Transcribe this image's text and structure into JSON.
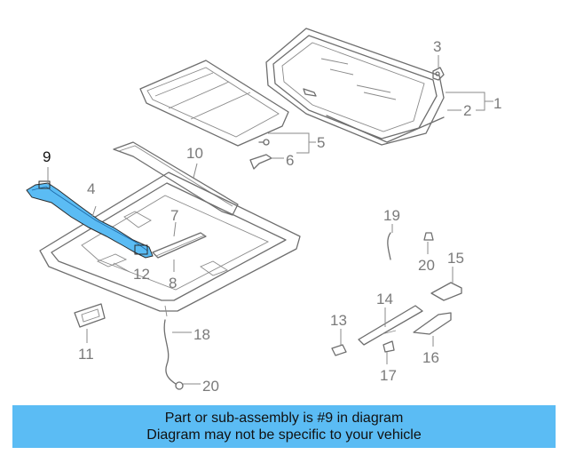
{
  "callouts": {
    "c1": "1",
    "c2": "2",
    "c3": "3",
    "c4": "4",
    "c5": "5",
    "c6": "6",
    "c7": "7",
    "c8": "8",
    "c9": "9",
    "c10": "10",
    "c11": "11",
    "c12": "12",
    "c13": "13",
    "c14": "14",
    "c15": "15",
    "c16": "16",
    "c17": "17",
    "c18": "18",
    "c19": "19",
    "c20a": "20",
    "c20b": "20"
  },
  "highlighted_part": "9",
  "colors": {
    "highlight": "#5bbcf4",
    "highlight_part": "#3a9ee0",
    "line_art": "#6e6e6e",
    "callout_text": "#7a7a7a"
  },
  "banner": {
    "line1": "Part or sub-assembly is #9 in diagram",
    "line2": "Diagram may not be specific to your vehicle"
  }
}
